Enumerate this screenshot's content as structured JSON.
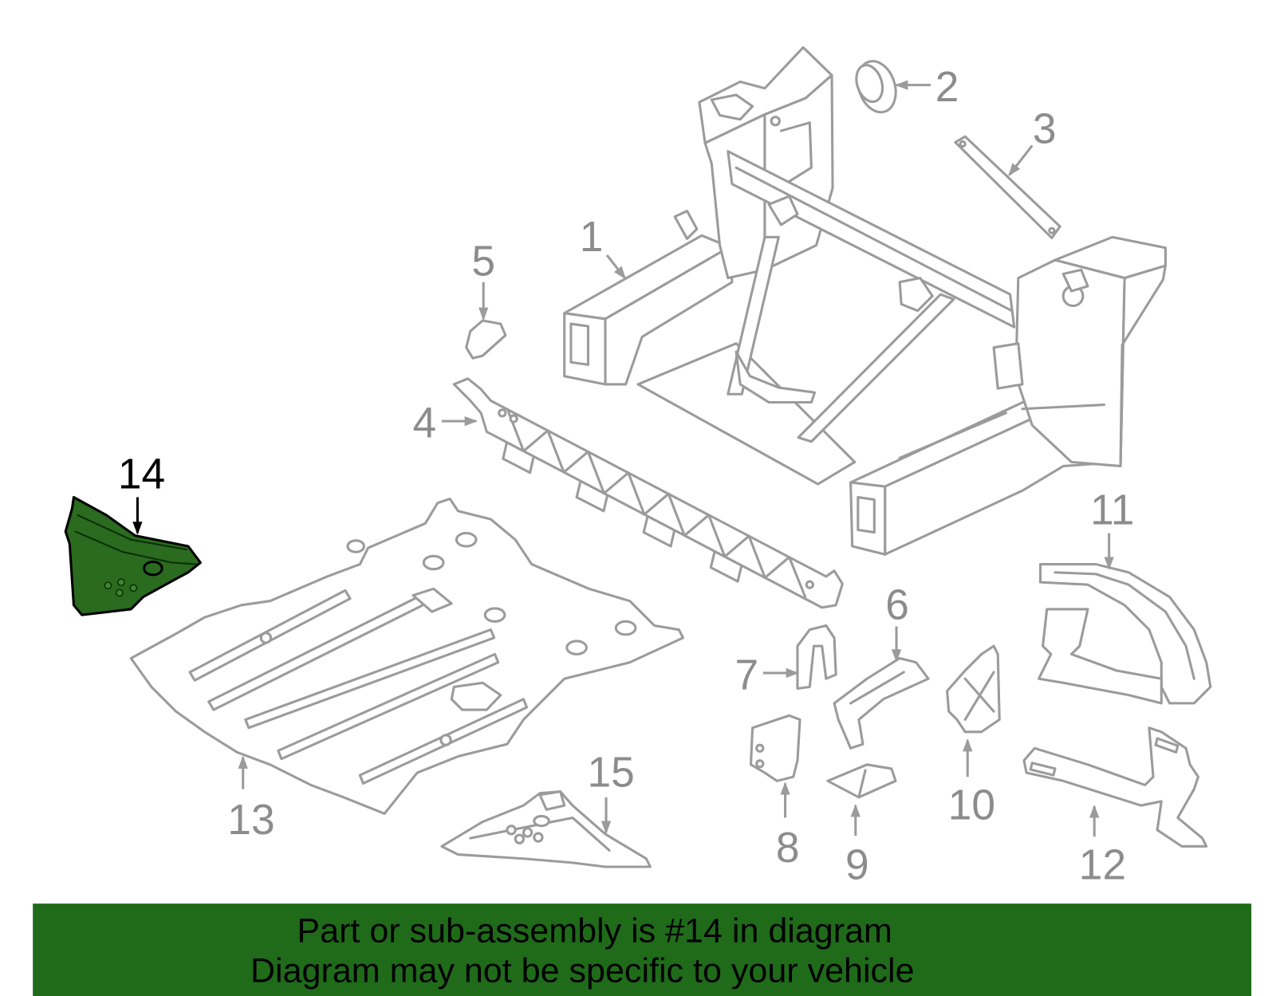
{
  "diagram": {
    "callouts": [
      "1",
      "2",
      "3",
      "4",
      "5",
      "6",
      "7",
      "8",
      "9",
      "10",
      "11",
      "12",
      "13",
      "14",
      "15"
    ]
  },
  "banner": {
    "line1": "Part or sub-assembly is #14 in diagram",
    "line2": "Diagram may not be specific to your vehicle"
  },
  "colors": {
    "line_art": "#9b9b9b",
    "callout_text": "#8c8c8c",
    "highlight_fill": "#2a6b1f",
    "highlight_text": "#000000",
    "banner_background": "#1f6b1a",
    "banner_text": "#000000"
  }
}
